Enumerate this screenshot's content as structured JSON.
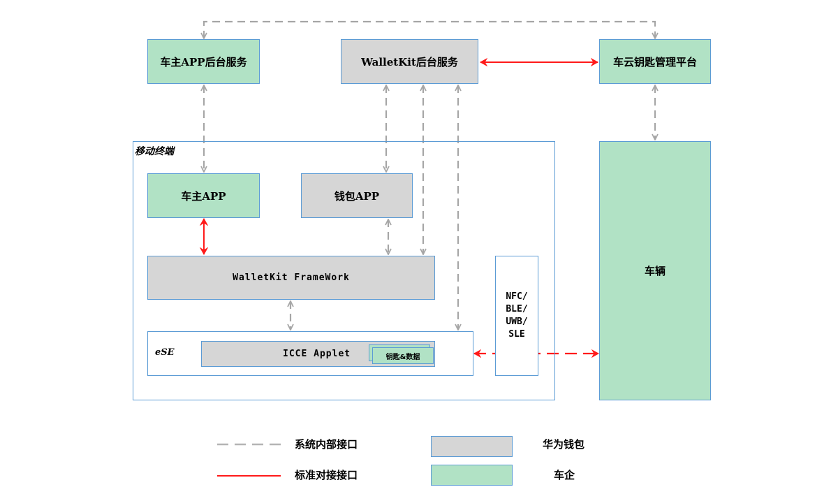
{
  "nodes": {
    "owner_app_backend": "车主APP后台服务",
    "walletkit_backend": "WalletKit后台服务",
    "car_cloud_key_platform": "车云钥匙管理平台",
    "mobile_terminal": "移动终端",
    "owner_app": "车主APP",
    "wallet_app": "钱包APP",
    "walletkit_framework": "WalletKit FrameWork",
    "ese": "eSE",
    "icce_applet": "ICCE Applet",
    "key_data": "钥匙&数据",
    "radio_interfaces": [
      "NFC/",
      "BLE/",
      "UWB/",
      "SLE"
    ],
    "vehicle": "车辆"
  },
  "legend": {
    "internal_interface": "系统内部接口",
    "standard_interface": "标准对接接口",
    "huawei_wallet": "华为钱包",
    "car_maker": "车企"
  },
  "colors": {
    "car_maker_fill": "#b1e2c5",
    "huawei_wallet_fill": "#d6d6d6",
    "border": "#5b9bd5",
    "internal_line": "#a6a6a6",
    "standard_line": "#ff1a1a"
  }
}
